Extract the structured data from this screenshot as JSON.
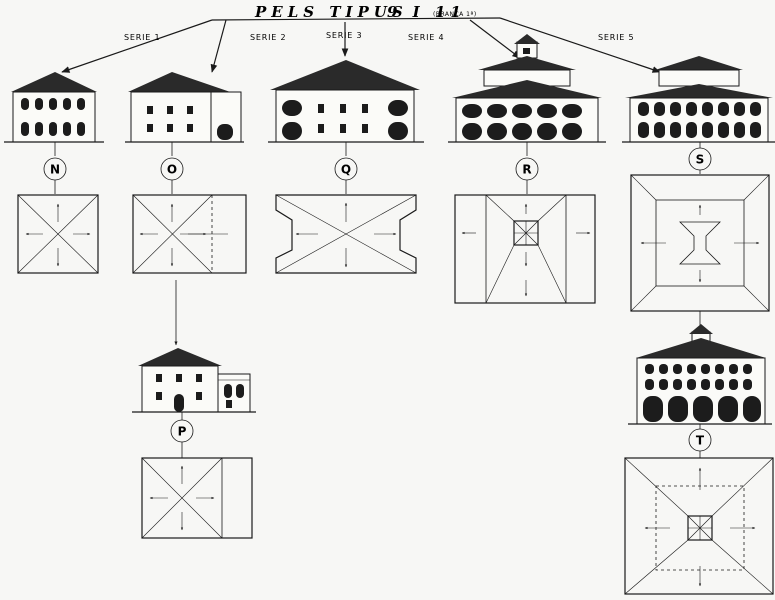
{
  "title": "PELS TIPUS",
  "title_numbers": "9 I 11",
  "subtitle": "(BRANCA 1ª)",
  "series": [
    "SERIE 1",
    "SERIE 2",
    "SERIE 3",
    "SERIE 4",
    "SERIE 5"
  ],
  "types": [
    "N",
    "O",
    "Q",
    "R",
    "S",
    "P",
    "T"
  ]
}
